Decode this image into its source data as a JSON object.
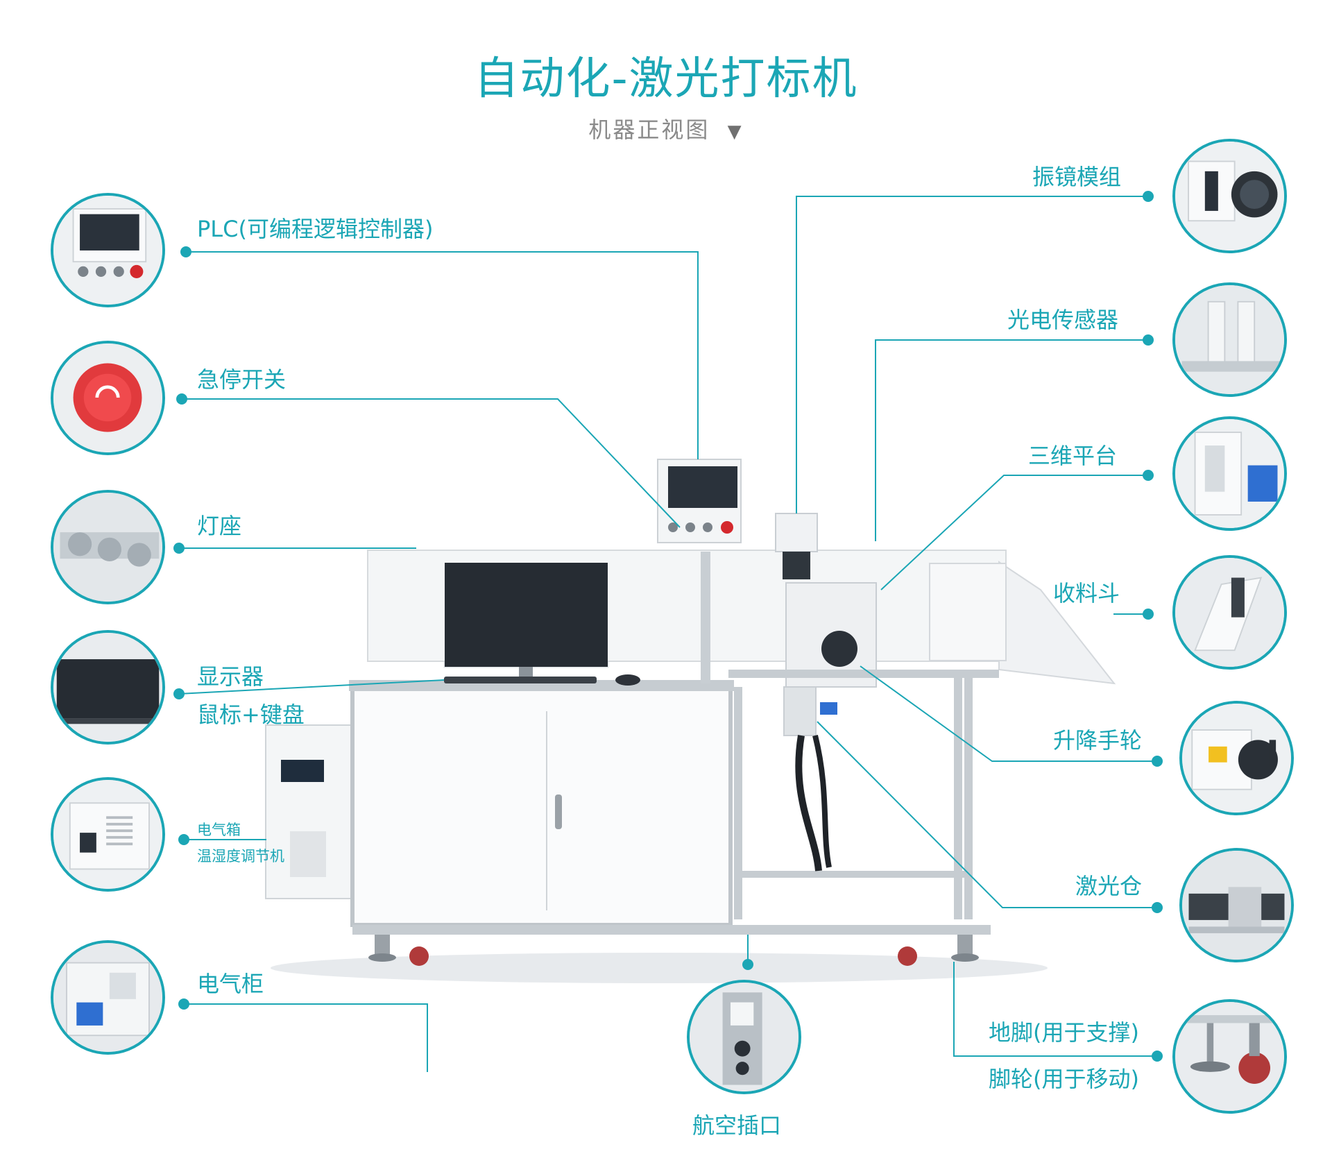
{
  "header": {
    "title": "自动化-激光打标机",
    "subtitle": "机器正视图",
    "subtitle_marker": "▼"
  },
  "left_labels": {
    "plc": "PLC(可编程逻辑控制器)",
    "estop": "急停开关",
    "lamp": "灯座",
    "display": "显示器",
    "mouse_keyboard": "鼠标+键盘",
    "electrical_box": "电气箱",
    "humidity": "温湿度调节机",
    "cabinet": "电气柜"
  },
  "right_labels": {
    "galvo": "振镜模组",
    "photo_sensor": "光电传感器",
    "platform_3d": "三维平台",
    "hopper": "收料斗",
    "handwheel": "升降手轮",
    "laser_bay": "激光仓",
    "feet": "地脚(用于支撑)",
    "casters": "脚轮(用于移动)"
  },
  "bottom_labels": {
    "aviation_plug": "航空插口"
  },
  "colors": {
    "accent": "#1ba6b5",
    "subtitle": "#8a8a8a",
    "frame": "#d9dde1"
  }
}
